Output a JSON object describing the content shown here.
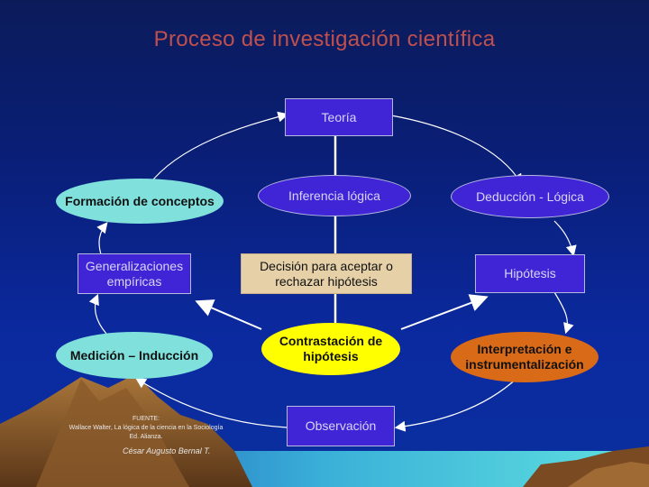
{
  "title": "Proceso de investigación científica",
  "nodes": {
    "teoria": "Teoría",
    "formacion": "Formación de conceptos",
    "inferencia": "Inferencia lógica",
    "deduccion": "Deducción - Lógica",
    "generalizaciones": "Generalizaciones empíricas",
    "decision": "Decisión para aceptar o rechazar hipótesis",
    "hipotesis": "Hipótesis",
    "medicion": "Medición – Inducción",
    "contrastacion": "Contrastación de hipótesis",
    "interpretacion": "Interpretación e instrumentalización",
    "observacion": "Observación"
  },
  "source": {
    "label": "FUENTE:",
    "line1": "Wallace Walter, La lógica de la ciencia en la Sociología",
    "line2": "Ed. Alianza.",
    "author": "César Augusto Bernal T."
  }
}
